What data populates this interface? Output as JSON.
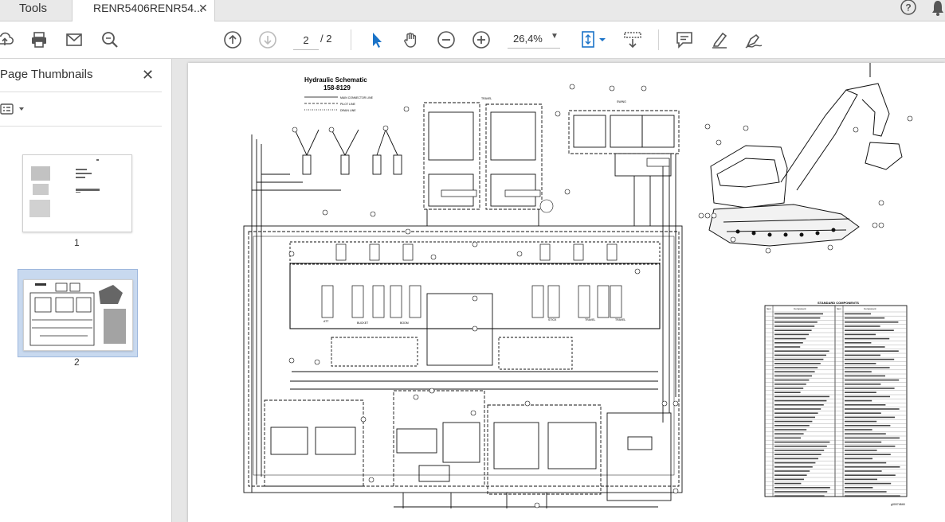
{
  "tabs": {
    "tools_label": "Tools",
    "document_label": "RENR5406RENR54..."
  },
  "toolbar": {
    "page_current": "2",
    "page_separator": "/ 2",
    "zoom_value": "26,4%",
    "icons": [
      "upload-icon",
      "print-icon",
      "email-icon",
      "search-icon",
      "prev-page-icon",
      "next-page-icon",
      "select-cursor-icon",
      "hand-tool-icon",
      "zoom-out-icon",
      "zoom-in-icon",
      "fit-page-icon",
      "scroll-mode-icon",
      "comment-icon",
      "highlight-icon",
      "sign-icon"
    ],
    "accent_color": "#1a73c8"
  },
  "side_panel": {
    "title": "Page Thumbnails",
    "thumbnails": [
      {
        "label": "1",
        "selected": false
      },
      {
        "label": "2",
        "selected": true
      }
    ]
  },
  "document": {
    "title_line1": "Hydraulic Schematic",
    "title_line2": "158-8129",
    "legend_items": [
      "MAIN CONNECTOR LINE",
      "PILOT LINE",
      "DRAIN LINE"
    ],
    "section_labels": [
      "TRAVEL",
      "SWING",
      "ATT",
      "BUCKET",
      "BOOM",
      "STICK",
      "TRAVEL",
      "TRAVEL"
    ],
    "components_table_title": "STANDARD COMPONENTS",
    "components_table_headers": [
      "Item",
      "Component",
      "Item",
      "Component"
    ],
    "drawing_number": "g00074848"
  }
}
